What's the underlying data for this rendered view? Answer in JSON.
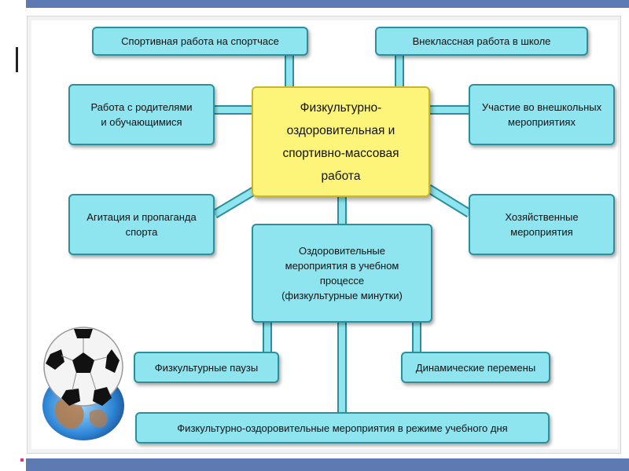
{
  "diagram": {
    "center": "Физкультурно-\nоздоровительная и\nспортивно-массовая\nработа",
    "nodes": {
      "sport_lesson": "Спортивная работа на спортчасе",
      "extracurricular": "Внеклассная работа в школе",
      "parents": "Работа с родителями\nи обучающимися",
      "outside_events": "Участие во внешкольных\nмероприятиях",
      "agitation": "Агитация и пропаганда\nспорта",
      "household": "Хозяйственные\nмероприятия",
      "health_lesson": "Оздоровительные\nмероприятия в учебном\nпроцессе\n(физкультурные минутки)",
      "pauses": "Физкультурные паузы",
      "breaks": "Динамические перемены",
      "day_regime": "Физкультурно-оздоровительные мероприятия в режиме учебного дня"
    }
  },
  "colors": {
    "node_fill": "#8ee5ef",
    "node_border": "#2b8f9c",
    "center_fill": "#fdf57a",
    "connector": "#8ee5ef",
    "band": "#5d7ab3"
  }
}
